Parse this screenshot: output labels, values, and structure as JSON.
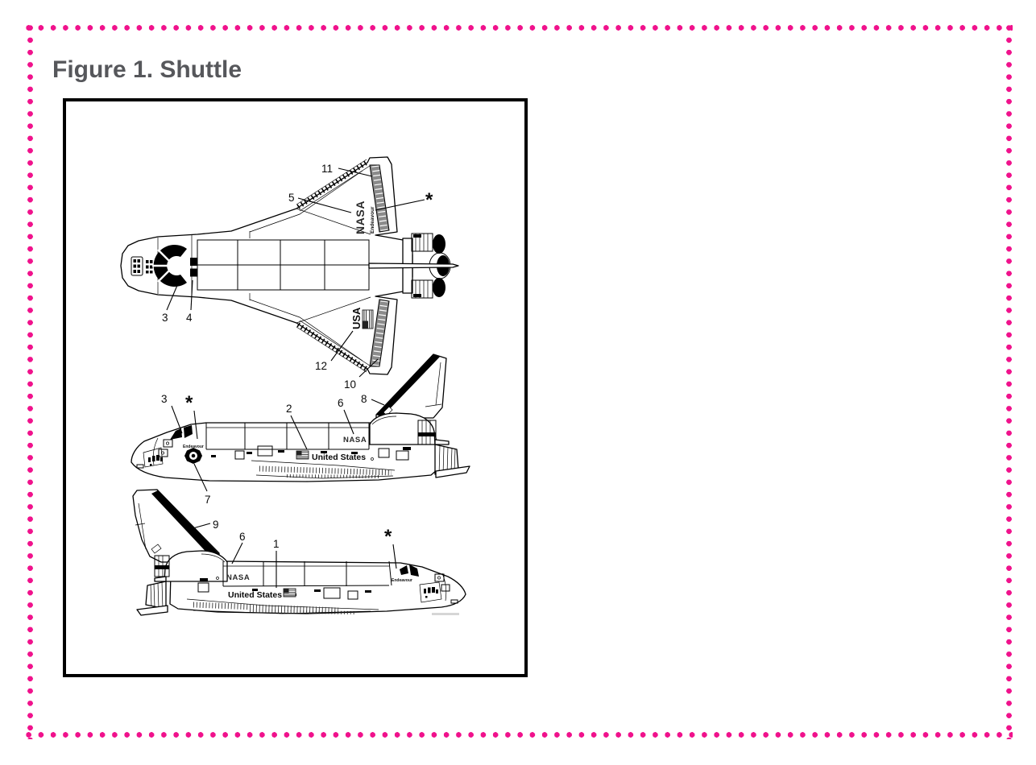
{
  "title": "Figure 1. Shuttle",
  "colors": {
    "border_dots": "#F0128C",
    "title_text": "#56575B",
    "figure_border": "#000000",
    "elevon_gray": "#8B8B8B"
  },
  "views": {
    "top": {
      "name": "orbiter-top-view",
      "callouts": [
        "11",
        "5",
        "*",
        "3",
        "4",
        "12",
        "10"
      ],
      "markings": {
        "nasa": "NASA",
        "endeavour": "Endeavour",
        "usa": "USA"
      }
    },
    "side_port": {
      "name": "orbiter-port-side-view",
      "callouts": [
        "3",
        "*",
        "2",
        "6",
        "8",
        "7"
      ],
      "markings": {
        "nasa": "NASA",
        "united_states": "United States",
        "endeavour": "Endeavour"
      }
    },
    "side_starboard": {
      "name": "orbiter-starboard-side-view",
      "callouts": [
        "9",
        "6",
        "1",
        "*"
      ],
      "markings": {
        "nasa": "NASA",
        "united_states": "United States",
        "endeavour": "Endeavour"
      }
    }
  }
}
